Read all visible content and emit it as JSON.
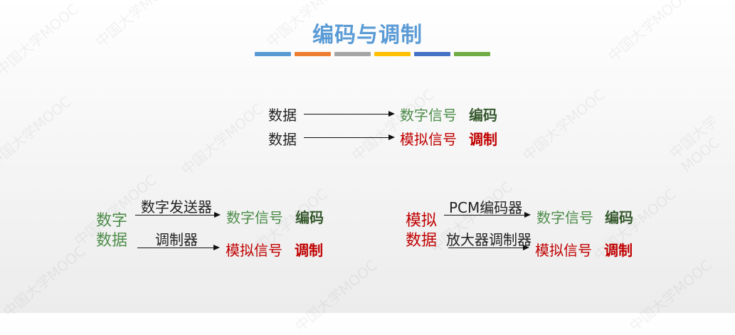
{
  "title": "编码与调制",
  "colors": {
    "title": "#5b9bd5",
    "bars": [
      "#5b9bd5",
      "#ed7d31",
      "#a5a5a5",
      "#ffc000",
      "#4472c4",
      "#70ad47"
    ],
    "green": "#4e8d4a",
    "red": "#c00000"
  },
  "top": {
    "row1": {
      "source": "数据",
      "target": "数字信号",
      "label": "编码"
    },
    "row2": {
      "source": "数据",
      "target": "模拟信号",
      "label": "调制"
    }
  },
  "left": {
    "source_line1": "数字",
    "source_line2": "数据",
    "arrow1_label": "数字发送器",
    "target1": "数字信号",
    "label1": "编码",
    "arrow2_label": "调制器",
    "target2": "模拟信号",
    "label2": "调制"
  },
  "right": {
    "source_line1": "模拟",
    "source_line2": "数据",
    "arrow1_label": "PCM编码器",
    "target1": "数字信号",
    "label1": "编码",
    "arrow2_label": "放大器调制器",
    "target2": "模拟信号",
    "label2": "调制"
  }
}
